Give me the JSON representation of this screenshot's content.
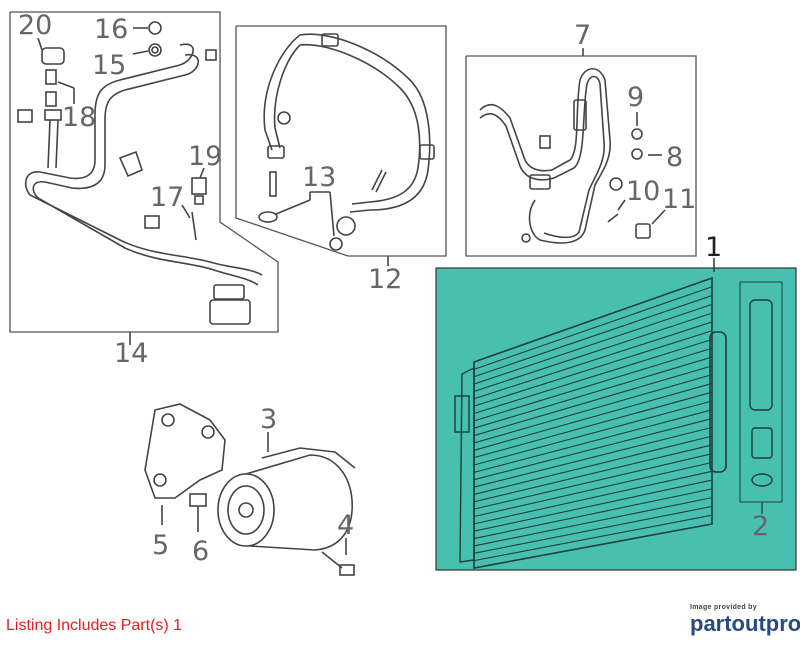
{
  "callouts": {
    "c1": "1",
    "c2": "2",
    "c3": "3",
    "c4": "4",
    "c5": "5",
    "c6": "6",
    "c7": "7",
    "c8": "8",
    "c9": "9",
    "c10": "10",
    "c11": "11",
    "c12": "12",
    "c13": "13",
    "c14": "14",
    "c15": "15",
    "c16": "16",
    "c17": "17",
    "c18": "18",
    "c19": "19",
    "c20": "20"
  },
  "listing_note": "Listing Includes Part(s) 1",
  "credit": {
    "provided_by": "Image provided by",
    "brand": "partoutpro"
  },
  "colors": {
    "highlight": "#48c0b0",
    "listing_text": "#e02020",
    "brand_text": "#2a4a7f"
  }
}
